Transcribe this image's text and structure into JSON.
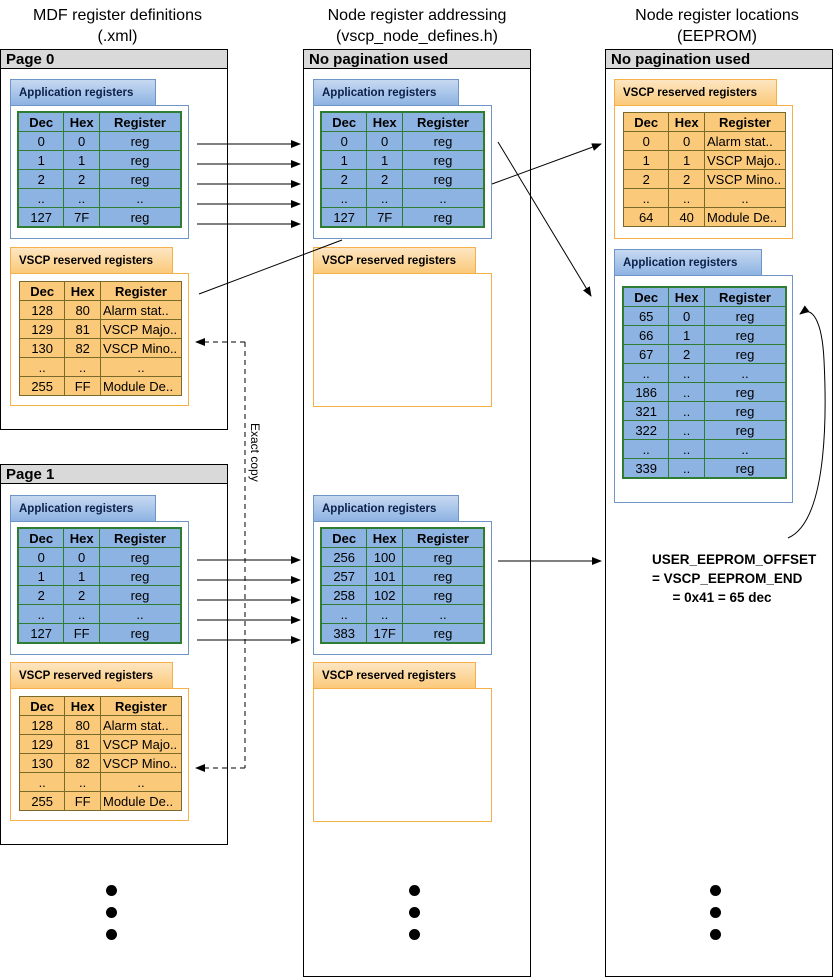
{
  "headings": {
    "mdf_line1": "MDF register definitions",
    "mdf_line2": "(.xml)",
    "node_line1": "Node register addressing",
    "node_line2": "(vscp_node_defines.h)",
    "eeprom_line1": "Node register locations",
    "eeprom_line2": "(EEPROM)"
  },
  "cols": {
    "page0": "Page 0",
    "page1": "Page 1",
    "node": "No pagination used",
    "eeprom": "No pagination used"
  },
  "tabs": {
    "app": "Application registers",
    "vscp": "VSCP reserved registers"
  },
  "table_headers": [
    "Dec",
    "Hex",
    "Register"
  ],
  "tables": {
    "mdf_p0_app": [
      [
        "0",
        "0",
        "reg"
      ],
      [
        "1",
        "1",
        "reg"
      ],
      [
        "2",
        "2",
        "reg"
      ],
      [
        "..",
        "..",
        ".."
      ],
      [
        "127",
        "7F",
        "reg"
      ]
    ],
    "mdf_p0_vscp": [
      [
        "128",
        "80",
        "Alarm stat.."
      ],
      [
        "129",
        "81",
        "VSCP Majo.."
      ],
      [
        "130",
        "82",
        "VSCP Mino.."
      ],
      [
        "..",
        "..",
        ".."
      ],
      [
        "255",
        "FF",
        "Module De.."
      ]
    ],
    "mdf_p1_app": [
      [
        "0",
        "0",
        "reg"
      ],
      [
        "1",
        "1",
        "reg"
      ],
      [
        "2",
        "2",
        "reg"
      ],
      [
        "..",
        "..",
        ".."
      ],
      [
        "127",
        "FF",
        "reg"
      ]
    ],
    "mdf_p1_vscp": [
      [
        "128",
        "80",
        "Alarm stat.."
      ],
      [
        "129",
        "81",
        "VSCP Majo.."
      ],
      [
        "130",
        "82",
        "VSCP Mino.."
      ],
      [
        "..",
        "..",
        ".."
      ],
      [
        "255",
        "FF",
        "Module De.."
      ]
    ],
    "node_p0_app": [
      [
        "0",
        "0",
        "reg"
      ],
      [
        "1",
        "1",
        "reg"
      ],
      [
        "2",
        "2",
        "reg"
      ],
      [
        "..",
        "..",
        ".."
      ],
      [
        "127",
        "7F",
        "reg"
      ]
    ],
    "node_p1_app": [
      [
        "256",
        "100",
        "reg"
      ],
      [
        "257",
        "101",
        "reg"
      ],
      [
        "258",
        "102",
        "reg"
      ],
      [
        "..",
        "..",
        ".."
      ],
      [
        "383",
        "17F",
        "reg"
      ]
    ],
    "ee_vscp": [
      [
        "0",
        "0",
        "Alarm stat.."
      ],
      [
        "1",
        "1",
        "VSCP Majo.."
      ],
      [
        "2",
        "2",
        "VSCP Mino.."
      ],
      [
        "..",
        "..",
        ".."
      ],
      [
        "64",
        "40",
        "Module De.."
      ]
    ],
    "ee_app": [
      [
        "65",
        "0",
        "reg"
      ],
      [
        "66",
        "1",
        "reg"
      ],
      [
        "67",
        "2",
        "reg"
      ],
      [
        "..",
        "..",
        ".."
      ],
      [
        "186",
        "..",
        "reg"
      ],
      [
        "321",
        "..",
        "reg"
      ],
      [
        "322",
        "..",
        "reg"
      ],
      [
        "..",
        "..",
        ".."
      ],
      [
        "339",
        "..",
        "reg"
      ]
    ]
  },
  "annotations": {
    "exact_copy": "Exact copy",
    "offset_line1": "USER_EEPROM_OFFSET",
    "offset_line2": "= VSCP_EEPROM_END",
    "offset_line3": "= 0x41 = 65 dec"
  },
  "colors": {
    "app_fill": "#8db3e2",
    "vscp_fill": "#fbc97a",
    "title_bar": "#d9d9d9"
  }
}
